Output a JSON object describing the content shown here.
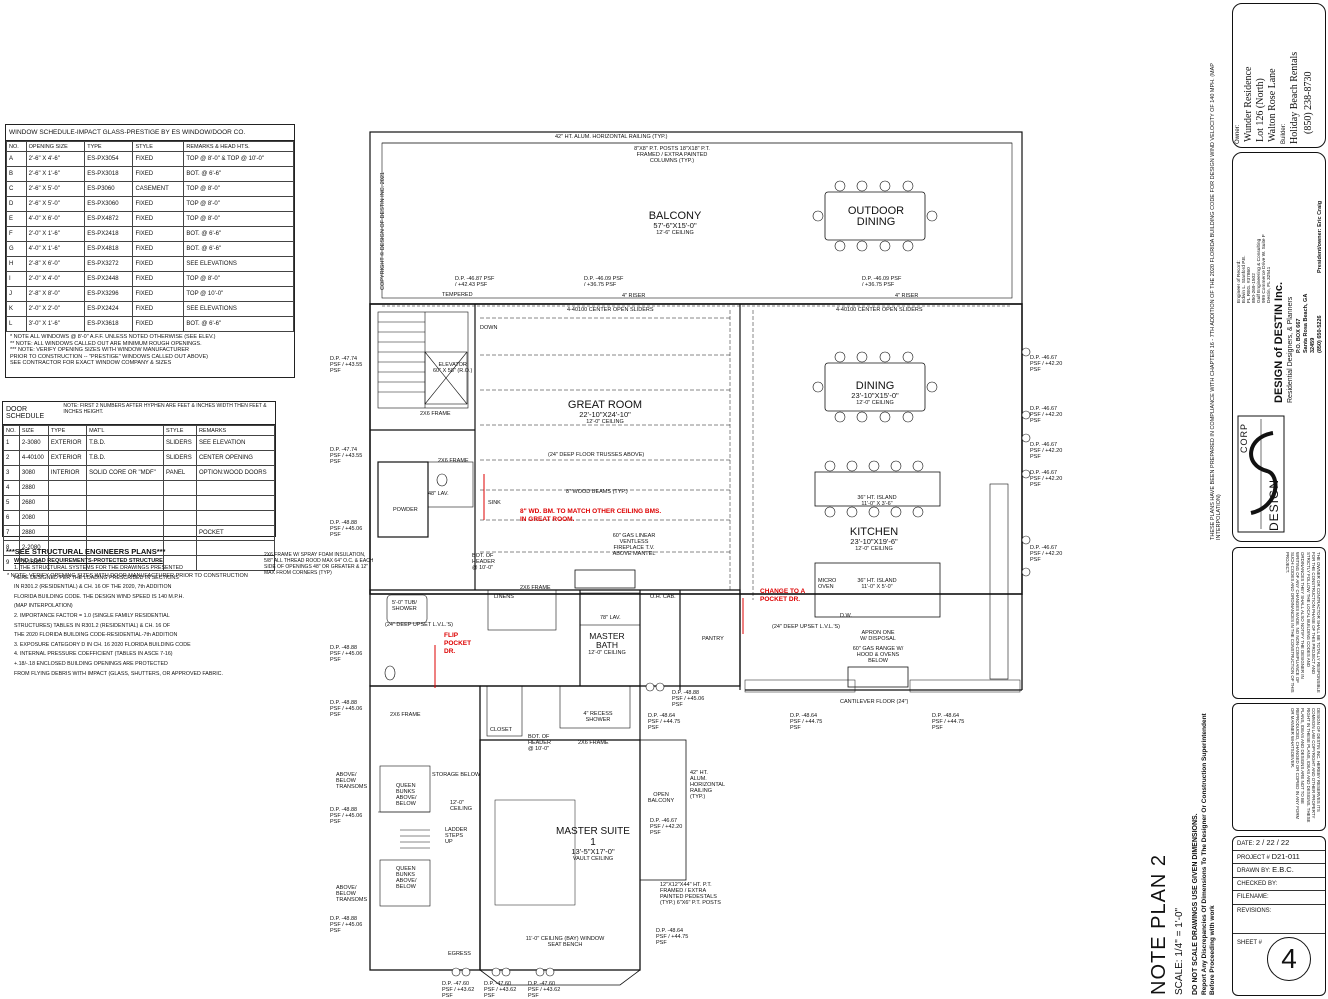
{
  "window_schedule": {
    "title": "WINDOW SCHEDULE-IMPACT GLASS-PRESTIGE BY ES WINDOW/DOOR CO.",
    "headers": [
      "NO.",
      "OPENING SIZE",
      "TYPE",
      "STYLE",
      "REMARKS & HEAD HTS."
    ],
    "rows": [
      [
        "A",
        "2'-6\" X 4'-6\"",
        "ES-PX3054",
        "FIXED",
        "TOP @ 8'-0\" & TOP @ 10'-0\""
      ],
      [
        "B",
        "2'-6\" X 1'-6\"",
        "ES-PX3018",
        "FIXED",
        "BOT. @ 6'-6\""
      ],
      [
        "C",
        "2'-6\" X 5'-0\"",
        "ES-P3060",
        "CASEMENT",
        "TOP @ 8'-0\""
      ],
      [
        "D",
        "2'-6\" X 5'-0\"",
        "ES-PX3060",
        "FIXED",
        "TOP @ 8'-0\""
      ],
      [
        "E",
        "4'-0\" X 6'-0\"",
        "ES-PX4872",
        "FIXED",
        "TOP @ 8'-0\""
      ],
      [
        "F",
        "2'-0\" X 1'-6\"",
        "ES-PX2418",
        "FIXED",
        "BOT. @ 6'-6\""
      ],
      [
        "G",
        "4'-0\" X 1'-6\"",
        "ES-PX4818",
        "FIXED",
        "BOT. @ 6'-6\""
      ],
      [
        "H",
        "2'-8\" X 6'-0\"",
        "ES-PX3272",
        "FIXED",
        "SEE ELEVATIONS"
      ],
      [
        "I",
        "2'-0\" X 4'-0\"",
        "ES-PX2448",
        "FIXED",
        "TOP @ 8'-0\""
      ],
      [
        "J",
        "2'-8\" X 8'-0\"",
        "ES-PX3296",
        "FIXED",
        "TOP @ 10'-0\""
      ],
      [
        "K",
        "2'-0\" X 2'-0\"",
        "ES-PX2424",
        "FIXED",
        "SEE ELEVATIONS"
      ],
      [
        "L",
        "3'-0\" X 1'-6\"",
        "ES-PX3618",
        "FIXED",
        "BOT. @ 6'-6\""
      ]
    ],
    "notes": [
      "* NOTE ALL WINDOWS @ 8'-0\" A.F.F. UNLESS NOTED OTHERWISE (SEE ELEV.)",
      "** NOTE: ALL WINDOWS CALLED OUT ARE MINIMUM ROUGH OPENINGS.",
      "*** NOTE: VERIFY OPENING SIZES WITH WINDOW MANUFACTURER",
      "PRIOR TO CONSTRUCTION -- \"PRESTIGE\" WINDOWS CALLED OUT ABOVE)",
      "SEE CONTRACTOR FOR EXACT WINDOW COMPANY & SIZES"
    ]
  },
  "door_schedule": {
    "title": "DOOR SCHEDULE",
    "title_note": "NOTE: FIRST 2 NUMBERS AFTER HYPHEN ARE FEET & INCHES WIDTH THEN FEET & INCHES HEIGHT.",
    "headers": [
      "NO.",
      "SIZE",
      "TYPE",
      "MAT'L",
      "STYLE",
      "REMARKS"
    ],
    "rows": [
      [
        "1",
        "2-3080",
        "EXTERIOR",
        "T.B.D.",
        "SLIDERS",
        "SEE ELEVATION"
      ],
      [
        "2",
        "4-40100",
        "EXTERIOR",
        "T.B.D.",
        "SLIDERS",
        "CENTER OPENING"
      ],
      [
        "3",
        "3080",
        "INTERIOR",
        "SOLID CORE OR \"MDF\"",
        "PANEL",
        "OPTION:WOOD DOORS"
      ],
      [
        "4",
        "2880",
        "",
        "",
        "",
        ""
      ],
      [
        "5",
        "2680",
        "",
        "",
        "",
        ""
      ],
      [
        "6",
        "2080",
        "",
        "",
        "",
        ""
      ],
      [
        "7",
        "2880",
        "",
        "",
        "",
        "POCKET"
      ],
      [
        "8",
        "2-2080",
        "",
        "",
        "",
        ""
      ],
      [
        "9",
        "2-1680",
        "",
        "",
        "",
        ""
      ]
    ],
    "note": "* NOTE: VERIFY OPENING SIZES WITH DOOR MANUFACTURER PRIOR TO CONSTRUCTION"
  },
  "structural": {
    "title": "***SEE STRUCTURAL ENGINEERS PLANS***",
    "subtitle": "WIND LOAD REQUIREMENTS-PROTECTED STRUCTURE",
    "lines": [
      "1. THE STRUCTURAL SYSTEMS FOR THE DRAWINGS PRESENTED",
      "HERE DESIGNED PER THE LOADING PRESCRIBED IN SECTIONS",
      "IN R301.2 (RESIDENTIAL) & CH. 16 OF THE 2020, 7th ADDITION",
      "FLORIDA BUILDING CODE. THE DESIGN WIND SPEED IS 140 M.P.H.",
      "(MAP INTERPOLATION)",
      "2. IMPORTANCE FACTOR = 1.0 (SINGLE FAMILY RESIDENTIAL",
      "STRUCTURES) TABLES IN R301.2 (RESIDENTIAL) & CH. 16 OF",
      "THE 2020 FLORIDA BUILDING CODE-RESIDENTIAL-7th ADDITION",
      "3. EXPOSURE CATEGORY D IN CH. 16 2020 FLORIDA BUILDING CODE",
      "4. INTERNAL PRESSURE COEFFICIENT (TABLES IN ASCE 7-16)",
      "+.18/-.18 ENCLOSED BUILDING OPENINGS ARE PROTECTED",
      "FROM FLYING DEBRIS WITH IMPACT (GLASS, SHUTTERS, OR APPROVED FABRIC."
    ]
  },
  "frame_note": "2X6 FRAME W/ SPRAY FOAM INSULATION, 5/8\" ALL THREAD ROOD MAX 64\" O.C. & EACH SIDE OF OPENINGS 48\" OR GREATER & 12\" MAX FROM CORNERS (TYP)",
  "rooms": {
    "balcony": {
      "name": "BALCONY",
      "size": "57'-6\"X15'-0\"",
      "ceiling": "12'-6\" CEILING"
    },
    "outdoor_dining": {
      "name": "OUTDOOR DINING"
    },
    "dining": {
      "name": "DINING",
      "size": "23'-10\"X15'-0\"",
      "ceiling": "12'-0\" CEILING"
    },
    "great_room": {
      "name": "GREAT ROOM",
      "size": "22'-10\"X24'-10\"",
      "ceiling": "12'-0\" CEILING"
    },
    "kitchen": {
      "name": "KITCHEN",
      "size": "23'-10\"X19'-6\"",
      "ceiling": "12'-0\" CEILING"
    },
    "master_bath": {
      "name": "MASTER BATH",
      "ceiling": "12'-0\" CEILING"
    },
    "master_suite": {
      "name": "MASTER SUITE 1",
      "size": "13'-5\"X17'-0\"",
      "ceiling": "VAULT CEILING"
    },
    "powder": {
      "name": "POWDER"
    },
    "pantry": {
      "name": "PANTRY"
    },
    "closet": {
      "name": "CLOSET"
    },
    "open_balcony": {
      "name": "OPEN BALCONY"
    },
    "elevator": {
      "name": "ELEVATOR",
      "size": "60\" X 58\" (R.O.)"
    },
    "recess_shower": {
      "name": "4\" RECESS SHOWER"
    }
  },
  "labels": {
    "railing": "42\" HT. ALUM. HORIZONTAL RAILING (TYP.)",
    "posts": "8\"X8\" P.T. POSTS 18\"X18\" P.T. FRAMED / EXTRA PAINTED COLUMNS (TYP.)",
    "sliders": "4-40100 CENTER OPEN SLIDERS",
    "riser": "4\" RISER",
    "tempered": "TEMPERED",
    "down": "DOWN",
    "trusses": "(24\" DEEP FLOOR TRUSSES ABOVE)",
    "wood_beams": "8\" WOOD BEAMS (TYP.)",
    "sink": "SINK",
    "fireplace": "60\" GAS LINEAR VENTLESS FIREPLACE T.V. ABOVE MANTEL",
    "island1": "36\" HT. ISLAND 11'-0\" X 3'-6\"",
    "island2": "36\" HT. ISLAND 11'-0\" X 5'-0\"",
    "cantilever": "CANTILEVER FLOOR (24\")",
    "deep_upset": "(24\" DEEP UPSET L.V.L.'S)",
    "window_bench": "11'-0\" CEILING (BAY) WINDOW SEAT BENCH",
    "egress": "EGRESS",
    "queen_bunks": "QUEEN BUNKS ABOVE/ BELOW",
    "ladder": "LADDER STEPS UP",
    "above_below": "ABOVE/ BELOW TRANSOMS",
    "frame": "2X6 FRAME",
    "bot_header": "BOT. OF HEADER @ 10'-0\"",
    "lav": "48\" LAV.",
    "lav2": "78\" LAV.",
    "tub": "5'-0\" TUB/ SHOWER",
    "linens": "LINENS",
    "oh_cab": "O.H. CAB.",
    "micro": "MICRO OVEN",
    "dw": "D.W.",
    "apron": "APRON ONE W/ DISPOSAL",
    "range": "60\" GAS RANGE W/ HOOD & OVENS BELOW",
    "ceiling12": "12'-0\" CEILING",
    "storage": "STORAGE BELOW",
    "alum_rail2": "42\" HT. ALUM. HORIZONTAL RAILING (TYP.)",
    "posts2": "12\"X12\"X44\" HT. P.T. FRAMED / EXTRA PAINTED PEDESTALS (TYP.) 6\"X6\" P.T. POSTS",
    "dp1": "D.P. -46.87 PSF / +42.43 PSF",
    "dp2": "D.P. -46.09 PSF / +36.75 PSF",
    "dp3": "D.P. -47.74 PSF / +43.55 PSF",
    "dp4": "D.P. -48.88 PSF / +45.06 PSF",
    "dp5": "D.P. -46.67 PSF / +42.20 PSF",
    "dp6": "D.P. -48.64 PSF / +44.75 PSF",
    "dp7": "D.P. -47.60 PSF / +43.62 PSF"
  },
  "red_notes": {
    "beam": "8\" WD. BM. TO MATCH OTHER CEILING BMS. IN GREAT ROOM.",
    "pocket": "CHANGE TO A POCKET DR.",
    "flip": "FLIP POCKET DR."
  },
  "copyright_vertical": "COPYRIGHT © DESIGN OF DESTIN INC. 2021",
  "compliance": "THESE PLANS HAVE BEEN PREPARED IN COMPLIANCE WITH CHAPTER 16 - 7TH ADDITION OF THE 2020 FLORIDA BUILDING CODE FOR DESIGN WIND VELOCITY OF 140 MPH. (MAP INTERPOLATION)",
  "plan_title": "NOTE PLAN 2",
  "scale": "SCALE: 1/4\" = 1'-0\"",
  "do_not_scale": "DO NOT SCALE DRAWINGS USE GIVEN DIMENSIONS.",
  "discrepancy": "Report Any Discrepancies Of Dimensions To The Designer Or Construction Superintendent Before Proceeding with work",
  "title_block": {
    "owner_label": "Owner:",
    "owner": [
      "Wunder Residence",
      "Lot 126 (North)",
      "Walton Rose Lane"
    ],
    "builder_label": "Builder:",
    "builder": [
      "Holiday Beach Rentals",
      "(850) 238-8730"
    ],
    "engineer": [
      "Engineer of Record:",
      "Edwin L. Stanford P.E.",
      "FL REG. #37860",
      "850-269-1502",
      "Gulf Engineering & Consulting",
      "999 Commerce Drive W. Suite F",
      "Destin, FL 32541"
    ],
    "company": "DESIGN of DESTIN Inc.",
    "company_sub": "Residential Designers, & Planners",
    "address": [
      "P.O. BOX 667",
      "Santa Rosa Beach, GA",
      "32459",
      "(850) 650-5226"
    ],
    "president": "President/owner: Eric Craig",
    "logo_text": "DESIGN",
    "logo_corp": "CORP",
    "owner_resp": "THE OWNER OR CONTRACTOR SHALL BE TOTALLY RESPONSIBLE FOR THE CONSTRUCTION PHASE OF THIS PROJECT AND STRICTLY FOLLOW THE LOCAL BUILDING CODES AND ORDINANCES THEY SHALL ALSO NOTIFY THE DESIGNER IN WRITING OF ANY CHANGES MADE. NO NON-COMPLIANCE OF SUCH CODES AND ORDINANCES IN THE CONSTRUCTION OF THIS PROJECT.",
    "copyright_text": "DESIGN OF DESTIN INC. HEREBY RESERVES ITS COMMON LAW COPYRIGHT AND OTHER PROPERTY RIGHT IN THESE PLANS, IDEAS AND DESIGNS. THESE PLANS, IDEAS AND DESIGNS ARE NOT TO BE REPRODUCED, CHANGED OR COPIED IN ANY FORM OR MANNER WHATSOEVER.",
    "date_label": "DATE:",
    "date": "2 / 22 / 22",
    "project_label": "PROJECT #",
    "project": "D21-011",
    "drawn_label": "DRAWN BY:",
    "drawn": "E.B.C.",
    "checked_label": "CHECKED BY:",
    "filename_label": "FILENAME:",
    "revisions_label": "REVISIONS:",
    "sheet_label": "SHEET #",
    "sheet": "4"
  }
}
